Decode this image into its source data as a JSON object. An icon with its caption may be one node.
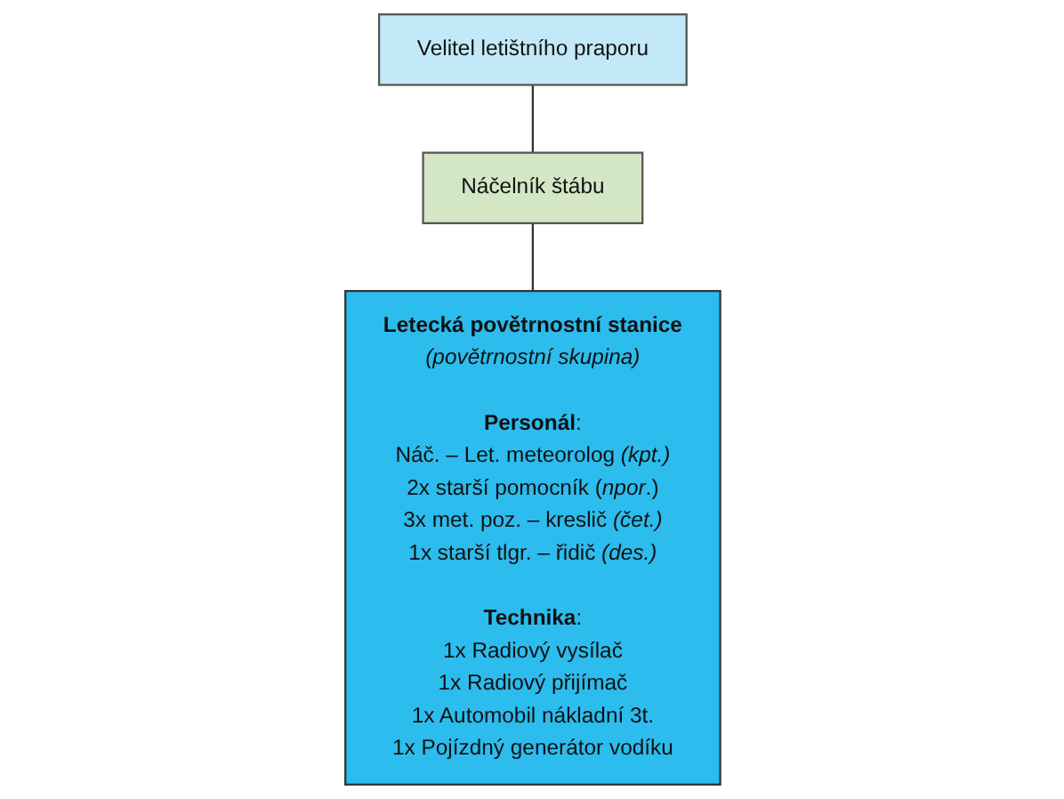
{
  "diagram": {
    "nodes": [
      {
        "text": [
          "Velitel letištního praporu"
        ]
      },
      {
        "text": [
          "Náčelník štábu"
        ]
      },
      {
        "text": [
          "Letecká povětrnostní stanice",
          "(povětrnostní skupina)",
          "**Personál**:",
          "Náč. – Let. meteorolog *(kpt.)*",
          "2x starší pomocník (*npor*.)",
          "3x met. poz. – kreslič *(čet.)*",
          "1x starší tlgr. – řidič *(des.)*",
          "**Technika**:",
          "1x Radiový vysílač",
          "1x Radiový přijímač",
          "1x Automobil nákladní 3t.",
          "1x Pojízdný generátor vodíku"
        ]
      }
    ],
    "edges": [
      {
        "from": 0,
        "to": 1,
        "arrow": "none"
      },
      {
        "from": 1,
        "to": 2,
        "arrow": "none"
      }
    ]
  }
}
